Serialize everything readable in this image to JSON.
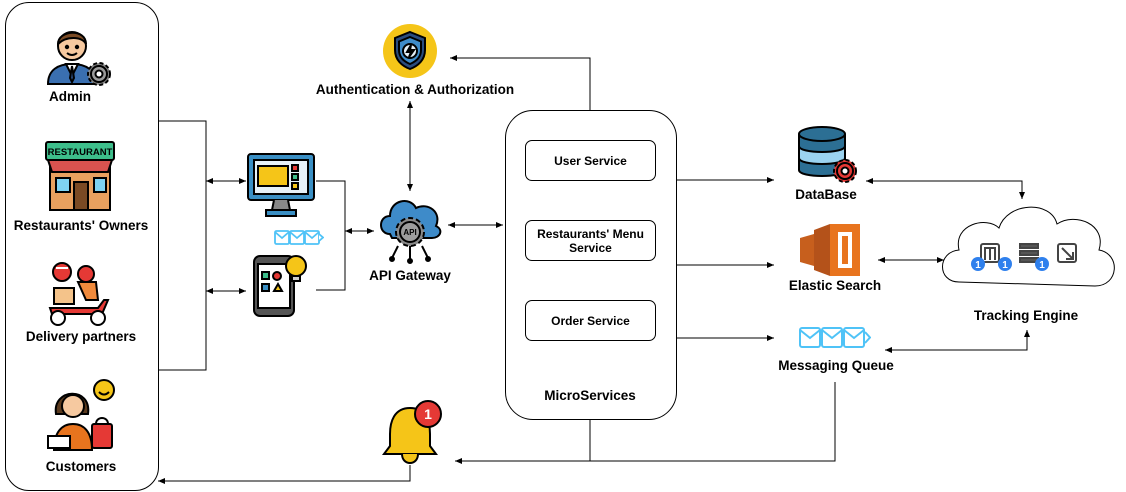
{
  "users": {
    "admin": "Admin",
    "owners": "Restaurants' Owners",
    "restaurant_sign": "RESTAURANT",
    "delivery": "Delivery partners",
    "customers": "Customers"
  },
  "gateway": {
    "label": "API Gateway",
    "badge": "API"
  },
  "auth": {
    "label": "Authentication & Authorization"
  },
  "microservices": {
    "title": "MicroServices",
    "services": [
      "User Service",
      "Restaurants' Menu Service",
      "Order Service"
    ]
  },
  "data_stores": {
    "database": "DataBase",
    "search": "Elastic Search",
    "queue": "Messaging Queue"
  },
  "tracking": {
    "label": "Tracking Engine",
    "badges": [
      "1",
      "1",
      "1"
    ]
  },
  "notification": {
    "badge": "1"
  },
  "colors": {
    "accent_yellow": "#F5C518",
    "queue_blue": "#4FC3F7",
    "search_orange": "#E8741E",
    "db_blue": "#2C6F94",
    "notify_red": "#E53935"
  }
}
